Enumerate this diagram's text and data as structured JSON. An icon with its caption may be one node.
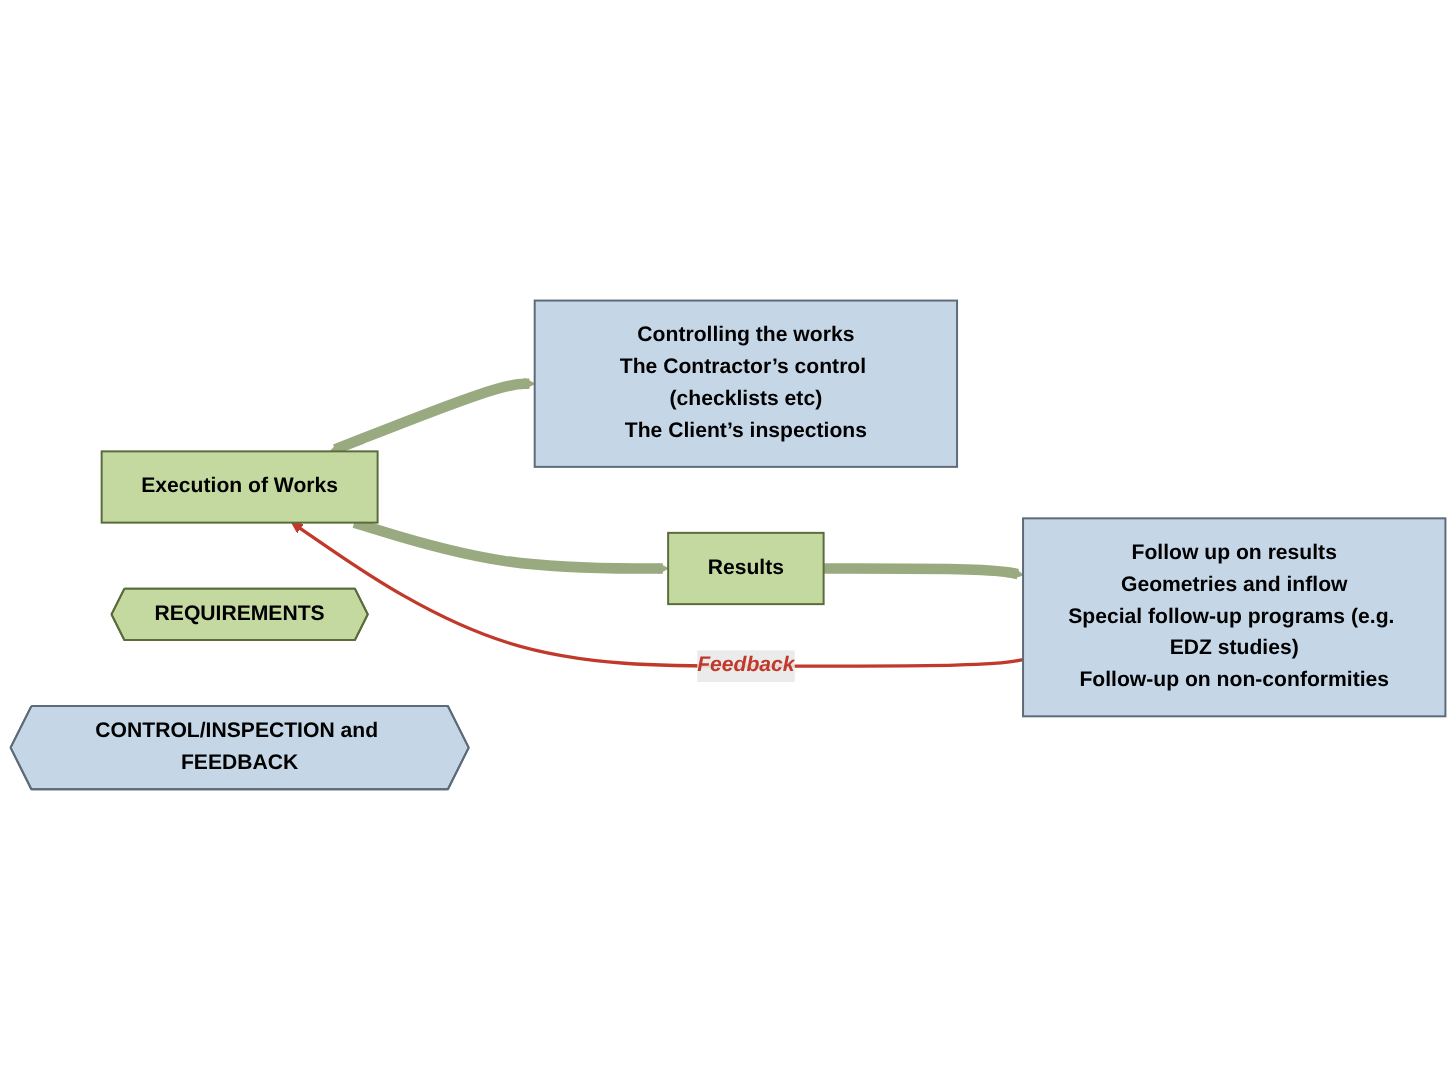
{
  "diagram": {
    "nodes": [
      {
        "text": [
          "REQUIREMENTS"
        ]
      },
      {
        "text": [
          "CONTROL/INSPECTION and FEEDBACK"
        ]
      },
      {
        "text": [
          "Execution of Works"
        ]
      },
      {
        "text": [
          "Controlling the works",
          "The Contractor’s control (checklists etc)",
          "The Client’s inspections"
        ]
      },
      {
        "text": [
          "Results"
        ]
      },
      {
        "text": [
          "Follow up on results",
          "Geometries and inflow",
          "Special follow-up programs (e.g. EDZ studies)",
          "Follow-up on non-conformities"
        ]
      }
    ],
    "edges": [
      {
        "from": 2,
        "to": 3,
        "arrow": "both"
      },
      {
        "from": 2,
        "to": 4,
        "arrow": "to"
      },
      {
        "from": 4,
        "to": 5,
        "arrow": "to"
      },
      {
        "from": 5,
        "to": 2,
        "arrow": "to",
        "label": "Feedback",
        "color": "#c0392b"
      }
    ]
  }
}
